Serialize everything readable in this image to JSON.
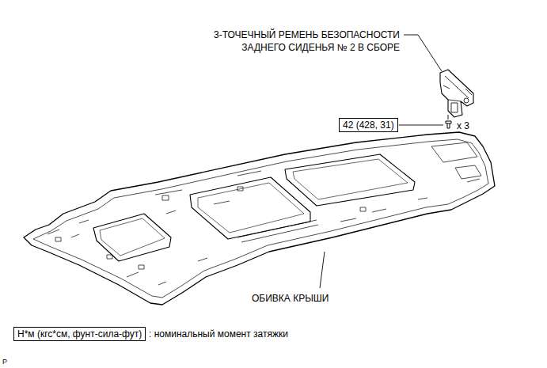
{
  "diagram": {
    "nodes": [
      {
        "text": [
          "42 (428, 31)"
        ]
      },
      {
        "text": [
          "Н*м (кгс*см, фунт-сила-фут)"
        ]
      }
    ],
    "edges": [],
    "labels": [
      "3-ТОЧЕЧНЫЙ РЕМЕНЬ БЕЗОПАСНОСТИ ЗАДНЕГО СИДЕНЬЯ № 2 В СБОРЕ",
      "x 3",
      "ОБИВКА КРЫШИ",
      ": номинальный момент затяжки",
      "P"
    ]
  }
}
